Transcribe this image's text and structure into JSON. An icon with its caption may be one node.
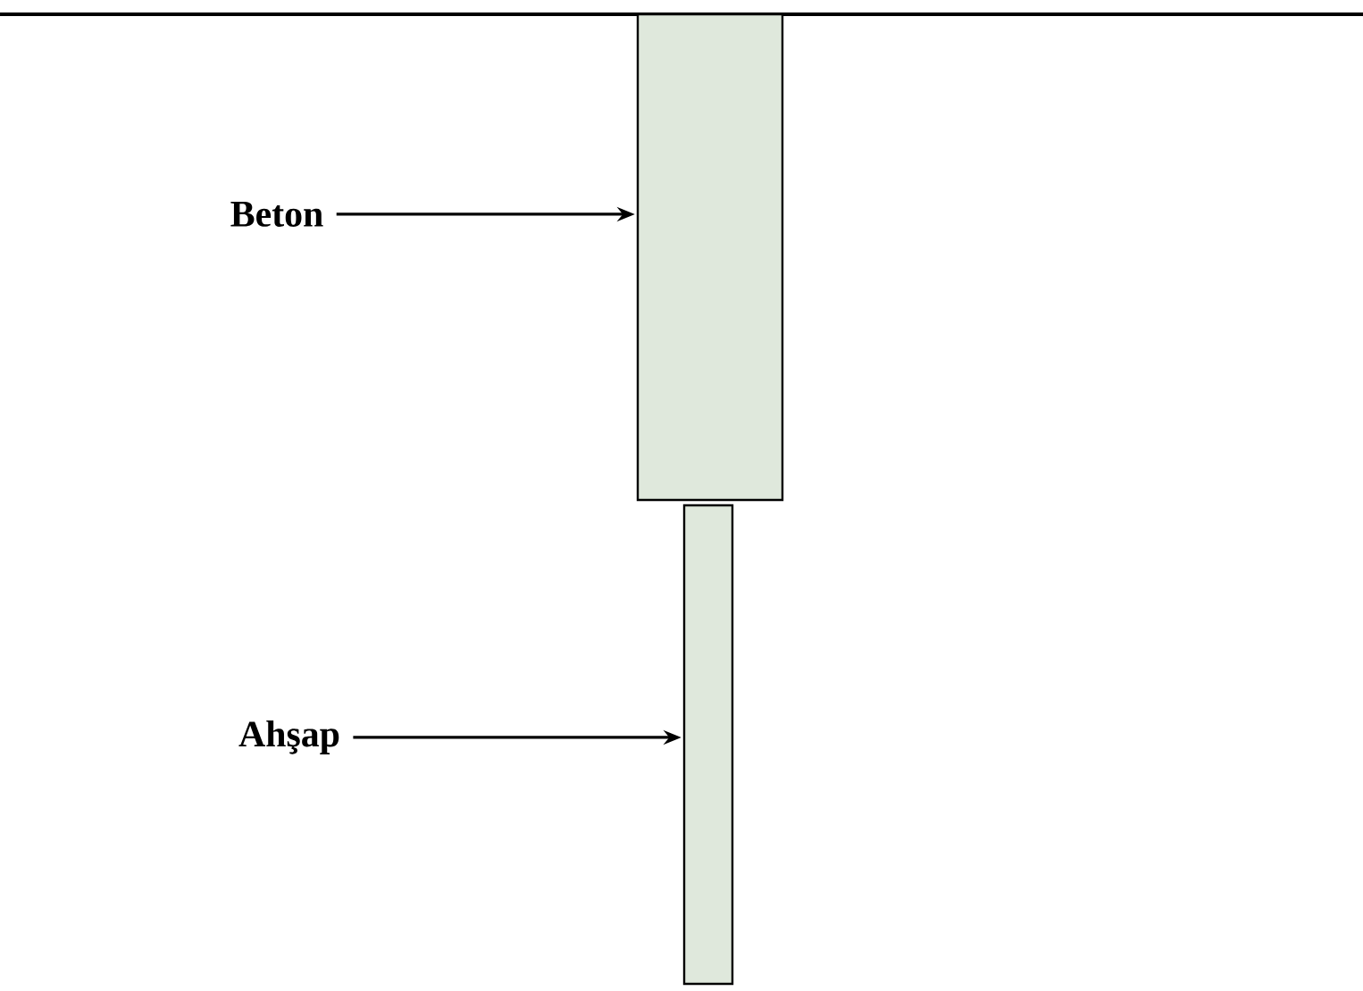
{
  "diagram": {
    "nodes": [
      {
        "text": [
          "Beton"
        ]
      },
      {
        "text": [],
        "shape": "box"
      },
      {
        "text": [
          "Ahşap"
        ]
      },
      {
        "text": [],
        "shape": "box"
      }
    ],
    "edges": [
      {
        "from": 0,
        "to": 1,
        "arrow": "to"
      },
      {
        "from": 2,
        "to": 3,
        "arrow": "to"
      }
    ]
  }
}
